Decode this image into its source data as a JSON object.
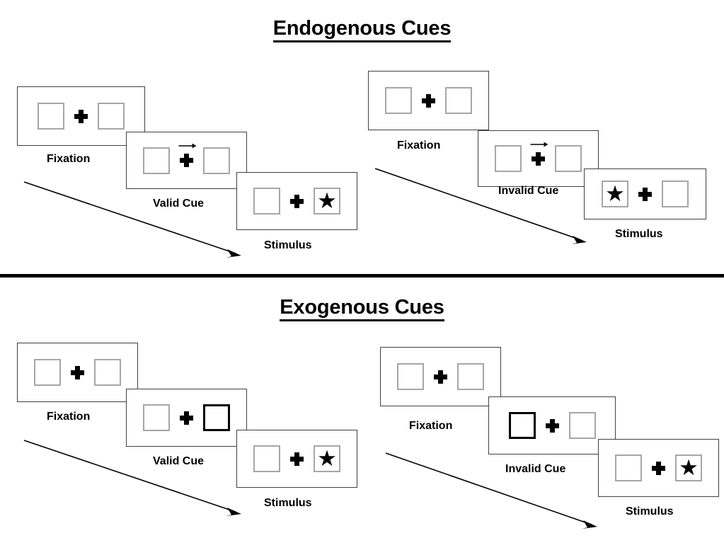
{
  "sections": [
    {
      "id": "endogenous",
      "title": "Endogenous Cues",
      "sequences": [
        {
          "id": "endogenous-valid",
          "panels": [
            {
              "caption": "Fixation",
              "left_box": "empty",
              "right_box": "empty",
              "cue": "none"
            },
            {
              "caption": "Valid Cue",
              "left_box": "empty",
              "right_box": "empty",
              "cue": "arrow-right"
            },
            {
              "caption": "Stimulus",
              "left_box": "empty",
              "right_box": "star",
              "cue": "none"
            }
          ]
        },
        {
          "id": "endogenous-invalid",
          "panels": [
            {
              "caption": "Fixation",
              "left_box": "empty",
              "right_box": "empty",
              "cue": "none"
            },
            {
              "caption": "Invalid Cue",
              "left_box": "empty",
              "right_box": "empty",
              "cue": "arrow-right"
            },
            {
              "caption": "Stimulus",
              "left_box": "star",
              "right_box": "empty",
              "cue": "none"
            }
          ]
        }
      ]
    },
    {
      "id": "exogenous",
      "title": "Exogenous Cues",
      "sequences": [
        {
          "id": "exogenous-valid",
          "panels": [
            {
              "caption": "Fixation",
              "left_box": "empty",
              "right_box": "empty",
              "cue": "none"
            },
            {
              "caption": "Valid Cue",
              "left_box": "empty",
              "right_box": "highlighted",
              "cue": "none"
            },
            {
              "caption": "Stimulus",
              "left_box": "empty",
              "right_box": "star",
              "cue": "none"
            }
          ]
        },
        {
          "id": "exogenous-invalid",
          "panels": [
            {
              "caption": "Fixation",
              "left_box": "empty",
              "right_box": "empty",
              "cue": "none"
            },
            {
              "caption": "Invalid Cue",
              "left_box": "highlighted",
              "right_box": "empty",
              "cue": "none"
            },
            {
              "caption": "Stimulus",
              "left_box": "empty",
              "right_box": "star",
              "cue": "none"
            }
          ]
        }
      ]
    }
  ],
  "labels": {
    "fixation": "Fixation",
    "valid_cue": "Valid Cue",
    "invalid_cue": "Invalid Cue",
    "stimulus": "Stimulus"
  },
  "icons": {
    "star": "★",
    "plus": "fixation-cross",
    "time_arrow": "time-flow-arrow",
    "cue_arrow": "arrow-right-cue"
  },
  "colors": {
    "ink": "#000000",
    "panel_border": "#404040",
    "box_border": "#a6a6a6",
    "cued_box_border": "#000000",
    "background": "#ffffff"
  }
}
